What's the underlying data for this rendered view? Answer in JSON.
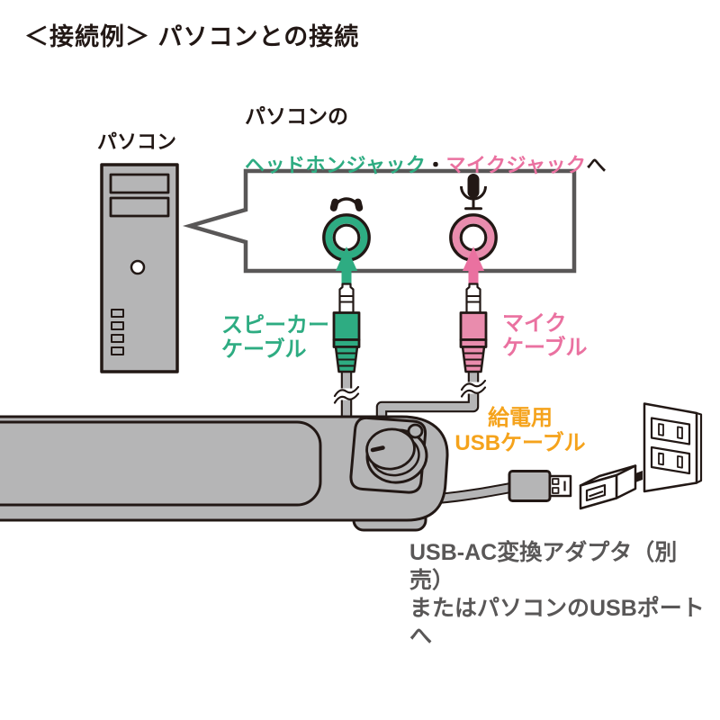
{
  "title": "＜接続例＞ パソコンとの接続",
  "pc": {
    "label": "パソコン"
  },
  "callout": {
    "line1": "パソコンの",
    "headphone_jack": "ヘッドホンジャック",
    "separator": "・",
    "mic_jack": "マイクジャック",
    "suffix": "へ"
  },
  "labels": {
    "speaker_cable": "スピーカー\nケーブル",
    "mic_cable": "マイク\nケーブル",
    "usb_cable": "給電用\nUSBケーブル",
    "bottom_note": "USB-AC変換アダプタ（別売）\nまたはパソコンのUSBポートへ"
  },
  "icons": {
    "headphone": "headphone-icon",
    "mic": "mic-icon"
  },
  "colors": {
    "ink": "#221815",
    "device": "#b5b5b6",
    "dark": "#595757",
    "green": "#2eac82",
    "pink": "#e98cad",
    "pinkS": "#ea71a0",
    "orange": "#f5a31c"
  }
}
